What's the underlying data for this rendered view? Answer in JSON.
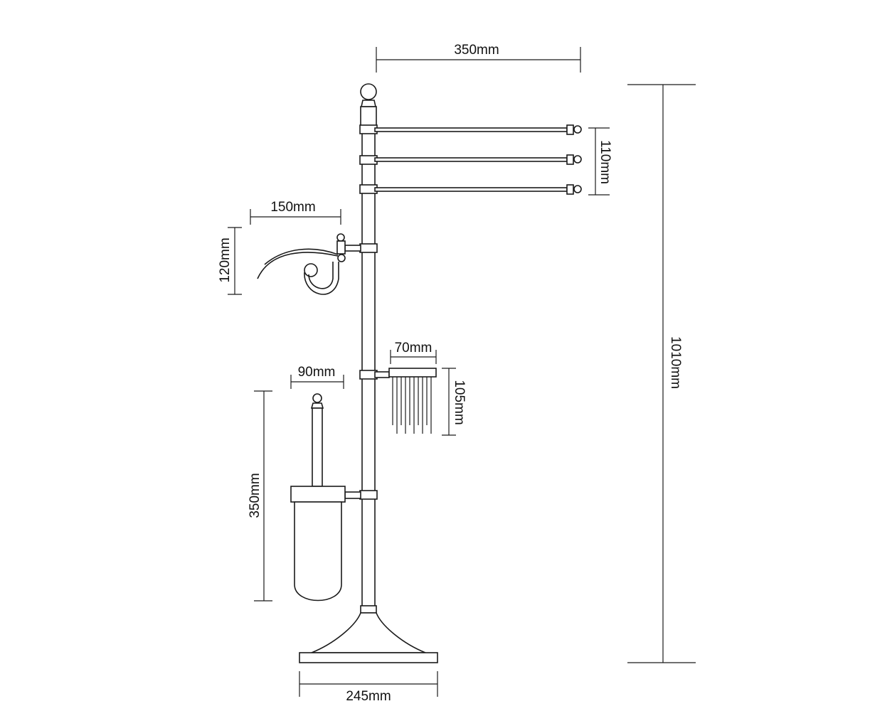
{
  "dimensions": {
    "towel_bar_length": "350mm",
    "towel_bar_spacing": "110mm",
    "overall_height": "1010mm",
    "paper_holder_width": "150mm",
    "paper_holder_height": "120mm",
    "basket_width": "70mm",
    "basket_height": "105mm",
    "brush_width": "90mm",
    "brush_height": "350mm",
    "base_width": "245mm"
  },
  "colors": {
    "line": "#1a1a1a",
    "background": "#ffffff"
  }
}
